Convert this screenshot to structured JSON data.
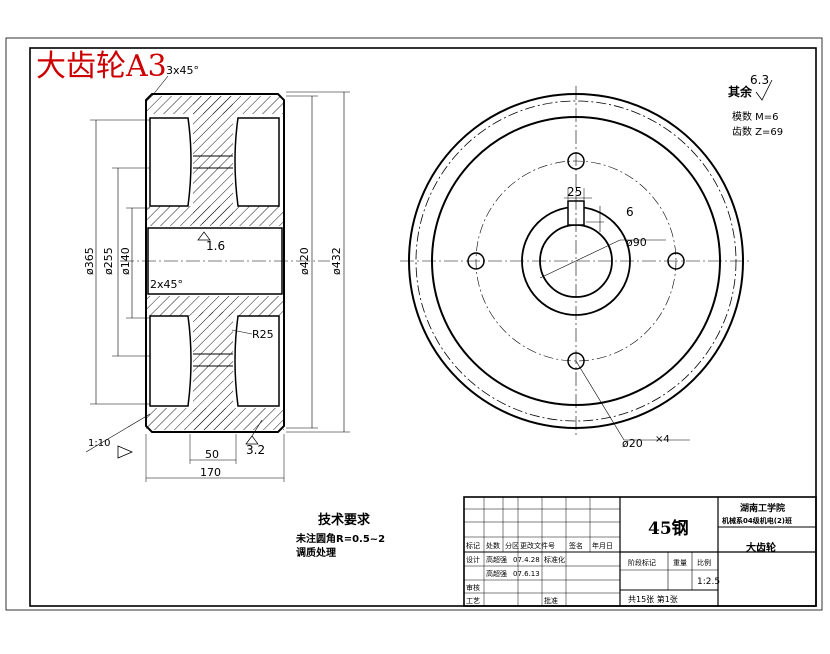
{
  "header_title": "大齿轮A3",
  "colors": {
    "title": "#cc0000",
    "line": "#000000",
    "paper": "#ffffff"
  },
  "left_view": {
    "chamfer_top": "3x45°",
    "chamfer_bore": "2x45°",
    "roughness_bore": "1.6",
    "radius": "R25",
    "dia_365": "ø365",
    "dia_255": "ø255",
    "dia_140": "ø140",
    "dia_420": "ø420",
    "dia_432": "ø432",
    "width_50": "50",
    "width_170": "170",
    "roughness_bottom": "3.2",
    "taper": "1:10"
  },
  "right_view": {
    "keyway_width": "25",
    "keyway_depth": "6",
    "bore_dia": "ø90",
    "hole_dia": "ø20",
    "hole_count": "×4",
    "rest_label": "其余",
    "rest_roughness": "6.3",
    "module_label": "模数 M=6",
    "teeth_label": "齿数 Z=69"
  },
  "tech_req": {
    "title": "技术要求",
    "line1": "未注圆角R=0.5~2",
    "line2": "调质处理"
  },
  "title_block": {
    "material": "45钢",
    "school": "湖南工学院",
    "class": "机械系04级机电(2)班",
    "part_name": "大齿轮",
    "head": [
      "标记",
      "处数",
      "分区",
      "更改文件号",
      "签名",
      "年月日"
    ],
    "design_label": "设计",
    "design_name": "高超强",
    "design_date": "07.4.28",
    "standard_label": "标准化",
    "review_label": "审核",
    "review_name": "高超强",
    "review_date": "07.6.13",
    "process_label": "工艺",
    "approve_label": "批准",
    "stage_label": "阶段标记",
    "weight_label": "重量",
    "scale_label": "比例",
    "scale": "1:2.5",
    "sheets": "共15张 第1张"
  }
}
